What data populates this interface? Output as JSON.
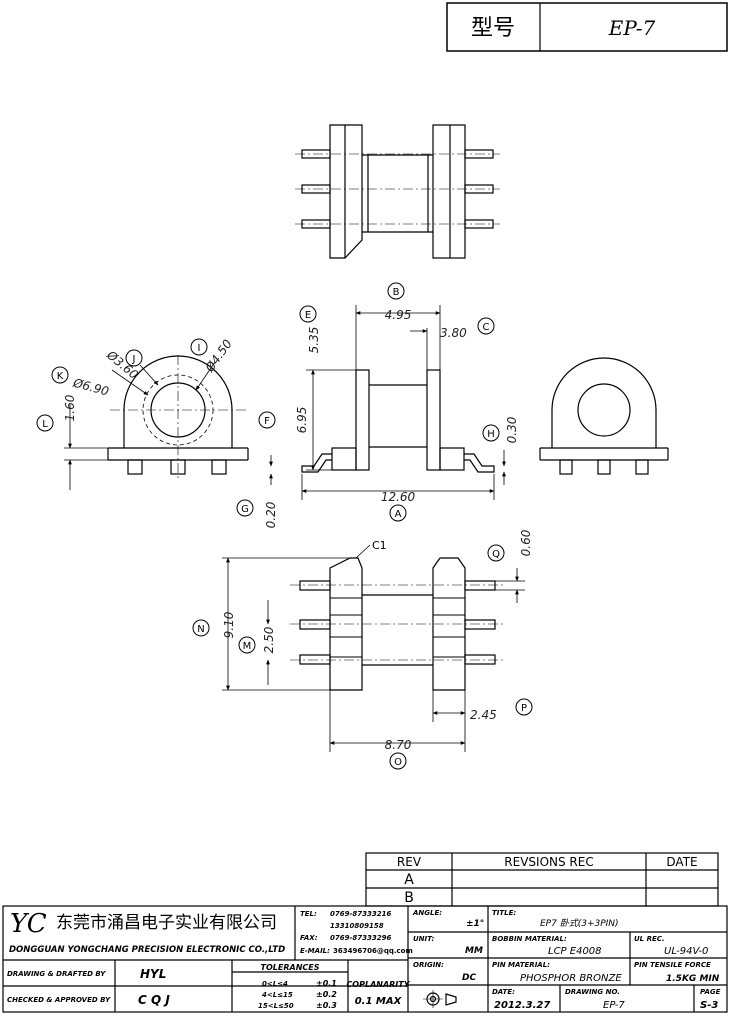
{
  "header": {
    "type_label": "型号",
    "model": "EP-7"
  },
  "drawing": {
    "chamfer_label": "C1",
    "dimensions": [
      {
        "label": "A",
        "value": "12.60"
      },
      {
        "label": "B",
        "value": "4.95"
      },
      {
        "label": "C",
        "value": "3.80"
      },
      {
        "label": "E",
        "value": "5.35"
      },
      {
        "label": "F",
        "value": "6.95"
      },
      {
        "label": "G",
        "value": "0.20"
      },
      {
        "label": "H",
        "value": "0.30"
      },
      {
        "label": "I",
        "value": "Ø4.50"
      },
      {
        "label": "J",
        "value": "Ø3.60"
      },
      {
        "label": "K",
        "value": "Ø6.90"
      },
      {
        "label": "L",
        "value": "1.60"
      },
      {
        "label": "M",
        "value": "2.50"
      },
      {
        "label": "N",
        "value": "9.10"
      },
      {
        "label": "O",
        "value": "8.70"
      },
      {
        "label": "P",
        "value": "2.45"
      },
      {
        "label": "Q",
        "value": "0.60"
      }
    ]
  },
  "revisions": {
    "col_rev": "REV",
    "col_rec": "REVSIONS REC",
    "col_date": "DATE",
    "rows": [
      "A",
      "B"
    ]
  },
  "title_block": {
    "logo": "YC",
    "company_cn": "东莞市涌昌电子实业有限公司",
    "company_en": "DONGGUAN YONGCHANG PRECISION ELECTRONIC CO.,LTD",
    "tel_label": "TEL:",
    "tel1": "0769-87333216",
    "tel2": "13310809158",
    "fax_label": "FAX:",
    "fax": "0769-87333296",
    "email_label": "E-MAIL:",
    "email": "363496706@qq.com",
    "angle_label": "ANGLE:",
    "angle_value": "±1°",
    "title_label": "TITLE:",
    "title_value": "EP7 卧式(3+3PIN)",
    "unit_label": "UNIT:",
    "unit_value": "MM",
    "bobbin_label": "BOBBIN MATERIAL:",
    "bobbin_value": "LCP E4008",
    "ul_label": "UL REC.",
    "ul_value": "UL-94V-0",
    "origin_label": "ORIGIN:",
    "origin_value": "DC",
    "pin_label": "PIN MATERIAL:",
    "pin_value": "PHOSPHOR BRONZE",
    "tensile_label": "PIN TENSILE FORCE",
    "tensile_value": "1.5KG MIN",
    "drawn_label": "DRAWING & DRAFTED BY",
    "drawn_value": "HYL",
    "checked_label": "CHECKED & APPROVED BY",
    "checked_value": "C Q J",
    "tolerances_label": "TOLERANCES",
    "tol_rows": [
      {
        "range": "0<L≤4",
        "value": "±0.1"
      },
      {
        "range": "4<L≤15",
        "value": "±0.2"
      },
      {
        "range": "15<L≤50",
        "value": "±0.3"
      }
    ],
    "coplanarity_label": "COPLANARITY",
    "coplanarity_value": "0.1 MAX",
    "date_label": "DATE:",
    "date_value": "2012.3.27",
    "drawing_no_label": "DRAWING NO.",
    "drawing_no_value": "EP-7",
    "page_label": "PAGE",
    "page_value": "S-3"
  }
}
